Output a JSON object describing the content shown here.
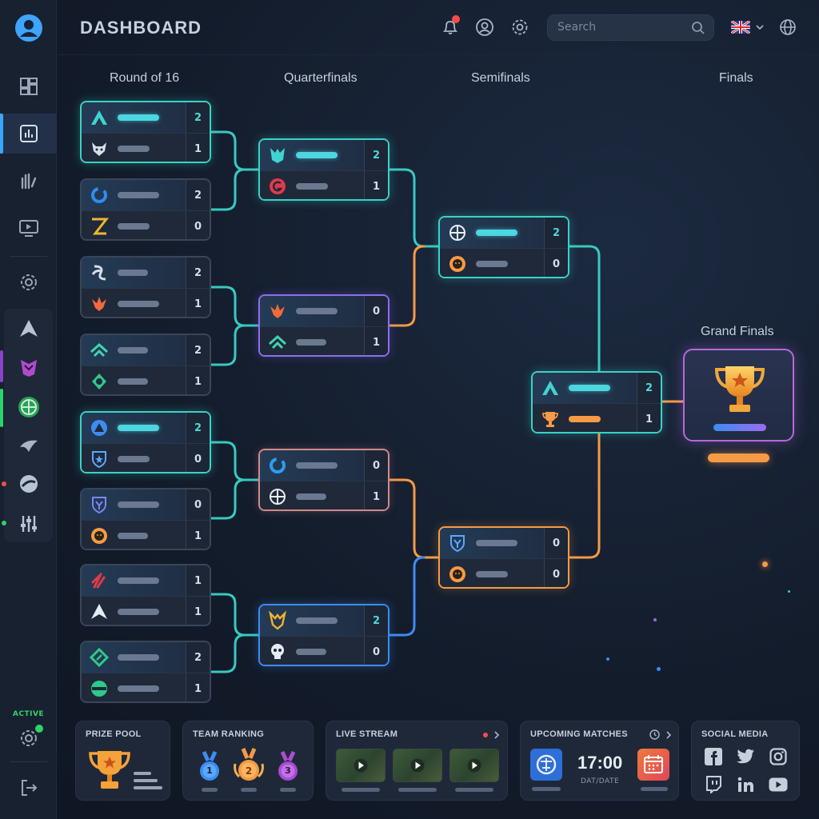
{
  "header": {
    "title": "DASHBOARD",
    "search_placeholder": "Search"
  },
  "sidebar": {
    "items": [
      "avatar-icon",
      "grid-icon",
      "chart-icon",
      "hand-icon",
      "monitor-icon",
      "gear-icon"
    ],
    "games": [
      "apex",
      "dota",
      "csgo",
      "hearthstone",
      "overwatch",
      "league"
    ],
    "active_label": "ACTIVE"
  },
  "rounds": {
    "r16": "Round of 16",
    "qf": "Quarterfinals",
    "sf": "Semifinals",
    "f": "Finals",
    "gf": "Grand Finals"
  },
  "matches": {
    "r16_1": {
      "top": "2",
      "bot": "1"
    },
    "r16_2": {
      "top": "2",
      "bot": "0"
    },
    "r16_3": {
      "top": "2",
      "bot": "1"
    },
    "r16_4": {
      "top": "2",
      "bot": "1"
    },
    "r16_5": {
      "top": "2",
      "bot": "0"
    },
    "r16_6": {
      "top": "0",
      "bot": "1"
    },
    "r16_7": {
      "top": "1",
      "bot": "1"
    },
    "r16_8": {
      "top": "2",
      "bot": "1"
    },
    "qf_1": {
      "top": "2",
      "bot": "1"
    },
    "qf_2": {
      "top": "0",
      "bot": "1"
    },
    "qf_3": {
      "top": "0",
      "bot": "1"
    },
    "qf_4": {
      "top": "2",
      "bot": "0"
    },
    "sf_1": {
      "top": "2",
      "bot": "0"
    },
    "sf_2": {
      "top": "0",
      "bot": "0"
    },
    "final": {
      "top": "2",
      "bot": "1"
    }
  },
  "cards": {
    "prize_pool": "PRIZE POOL",
    "team_ranking": "TEAM RANKING",
    "live_stream": "LIVE STREAM",
    "upcoming": "UPCOMING MATCHES",
    "upcoming_time": "17:00",
    "upcoming_date": "DAT/DATE",
    "social": "SOCIAL MEDIA",
    "medals": [
      "1",
      "2",
      "3"
    ]
  },
  "colors": {
    "cyan": "#39d2c6",
    "purple": "#8e6ee8",
    "orange": "#f59a45",
    "blue": "#3d8cf0"
  }
}
